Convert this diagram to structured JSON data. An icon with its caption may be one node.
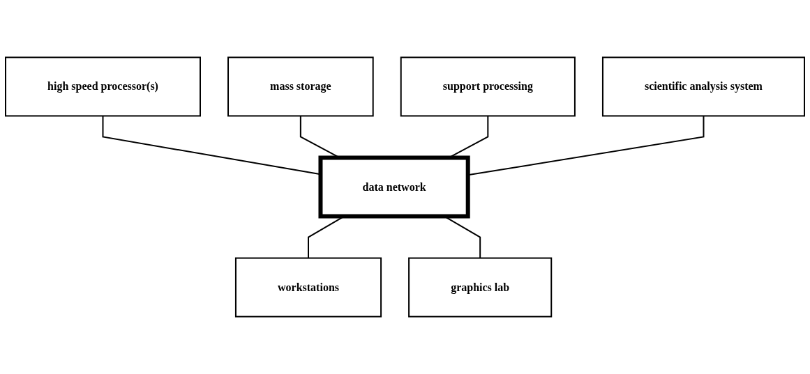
{
  "diagram": {
    "nodes": [
      {
        "text": [
          "high speed processor(s)"
        ]
      },
      {
        "text": [
          "mass storage"
        ]
      },
      {
        "text": [
          "support processing"
        ]
      },
      {
        "text": [
          "scientific analysis system"
        ]
      },
      {
        "text": [
          "data network"
        ]
      },
      {
        "text": [
          "workstations"
        ]
      },
      {
        "text": [
          "graphics lab"
        ]
      }
    ],
    "edges": [
      {
        "from": 0,
        "to": 4,
        "arrow": "none"
      },
      {
        "from": 1,
        "to": 4,
        "arrow": "none"
      },
      {
        "from": 2,
        "to": 4,
        "arrow": "none"
      },
      {
        "from": 3,
        "to": 4,
        "arrow": "none"
      },
      {
        "from": 4,
        "to": 5,
        "arrow": "none"
      },
      {
        "from": 4,
        "to": 6,
        "arrow": "none"
      }
    ]
  }
}
